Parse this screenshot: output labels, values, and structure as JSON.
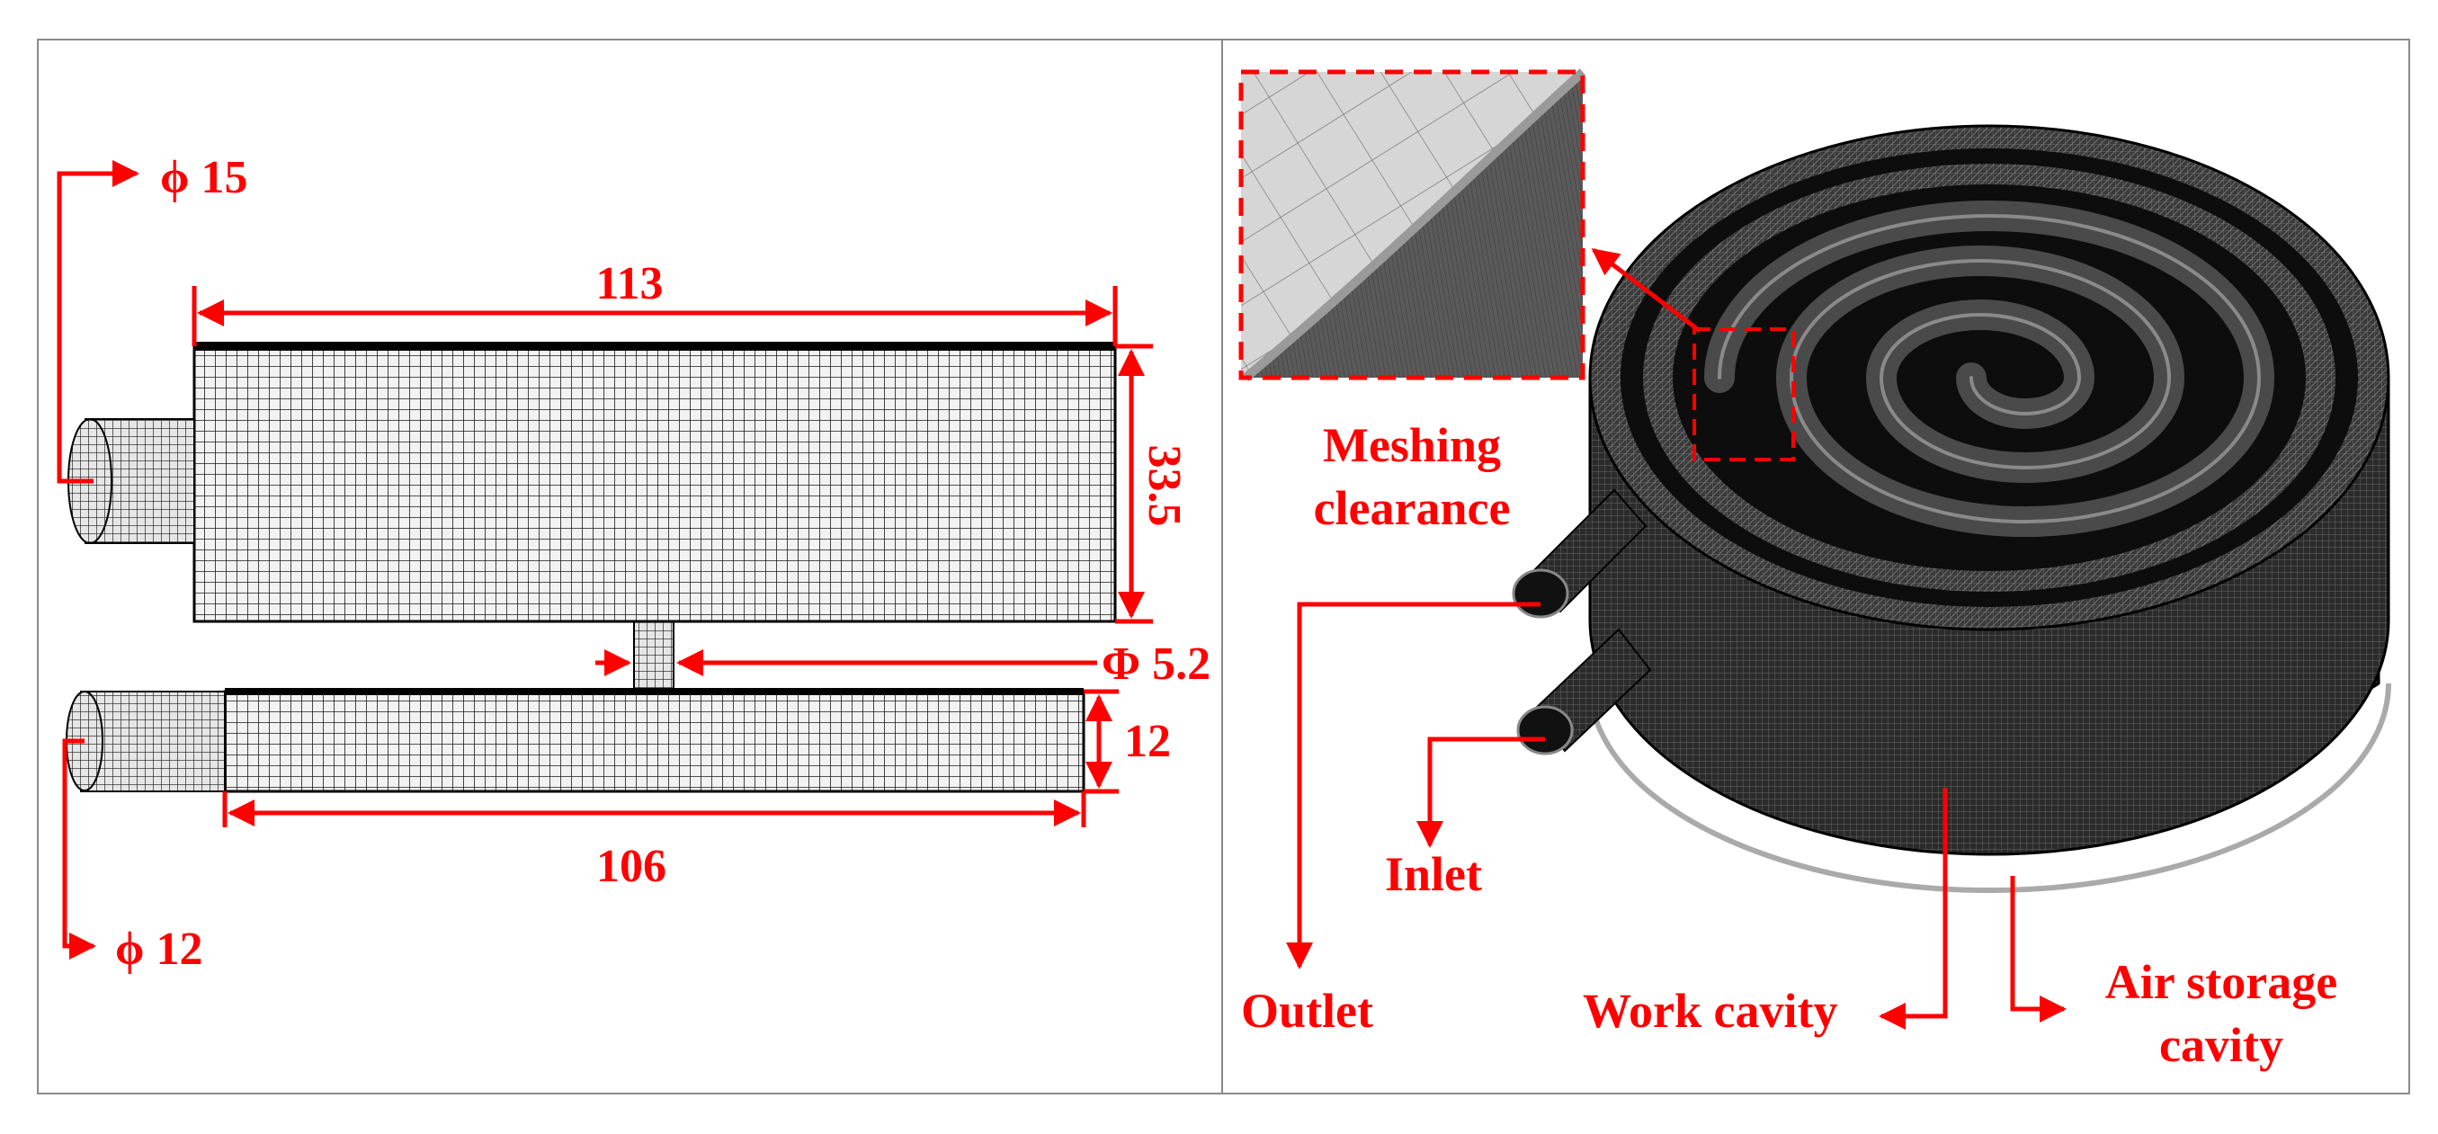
{
  "colors": {
    "annotation": "#ff0000",
    "mesh_dark": "#2a2a2a",
    "mesh_line": "#000000",
    "mesh_light": "#d8d8d8",
    "frame": "#8a8a8a"
  },
  "left_panel": {
    "dims": {
      "upper_pipe_diameter": "ϕ 15",
      "upper_length": "113",
      "upper_height": "33.5",
      "shaft_diameter": "Φ 5.2",
      "lower_height": "12",
      "lower_length": "106",
      "lower_pipe_diameter": "ϕ 12"
    }
  },
  "right_panel": {
    "labels": {
      "meshing_line1": "Meshing",
      "meshing_line2": "clearance",
      "outlet": "Outlet",
      "inlet": "Inlet",
      "work_cavity": "Work cavity",
      "air_storage_line1": "Air storage",
      "air_storage_line2": "cavity"
    }
  }
}
